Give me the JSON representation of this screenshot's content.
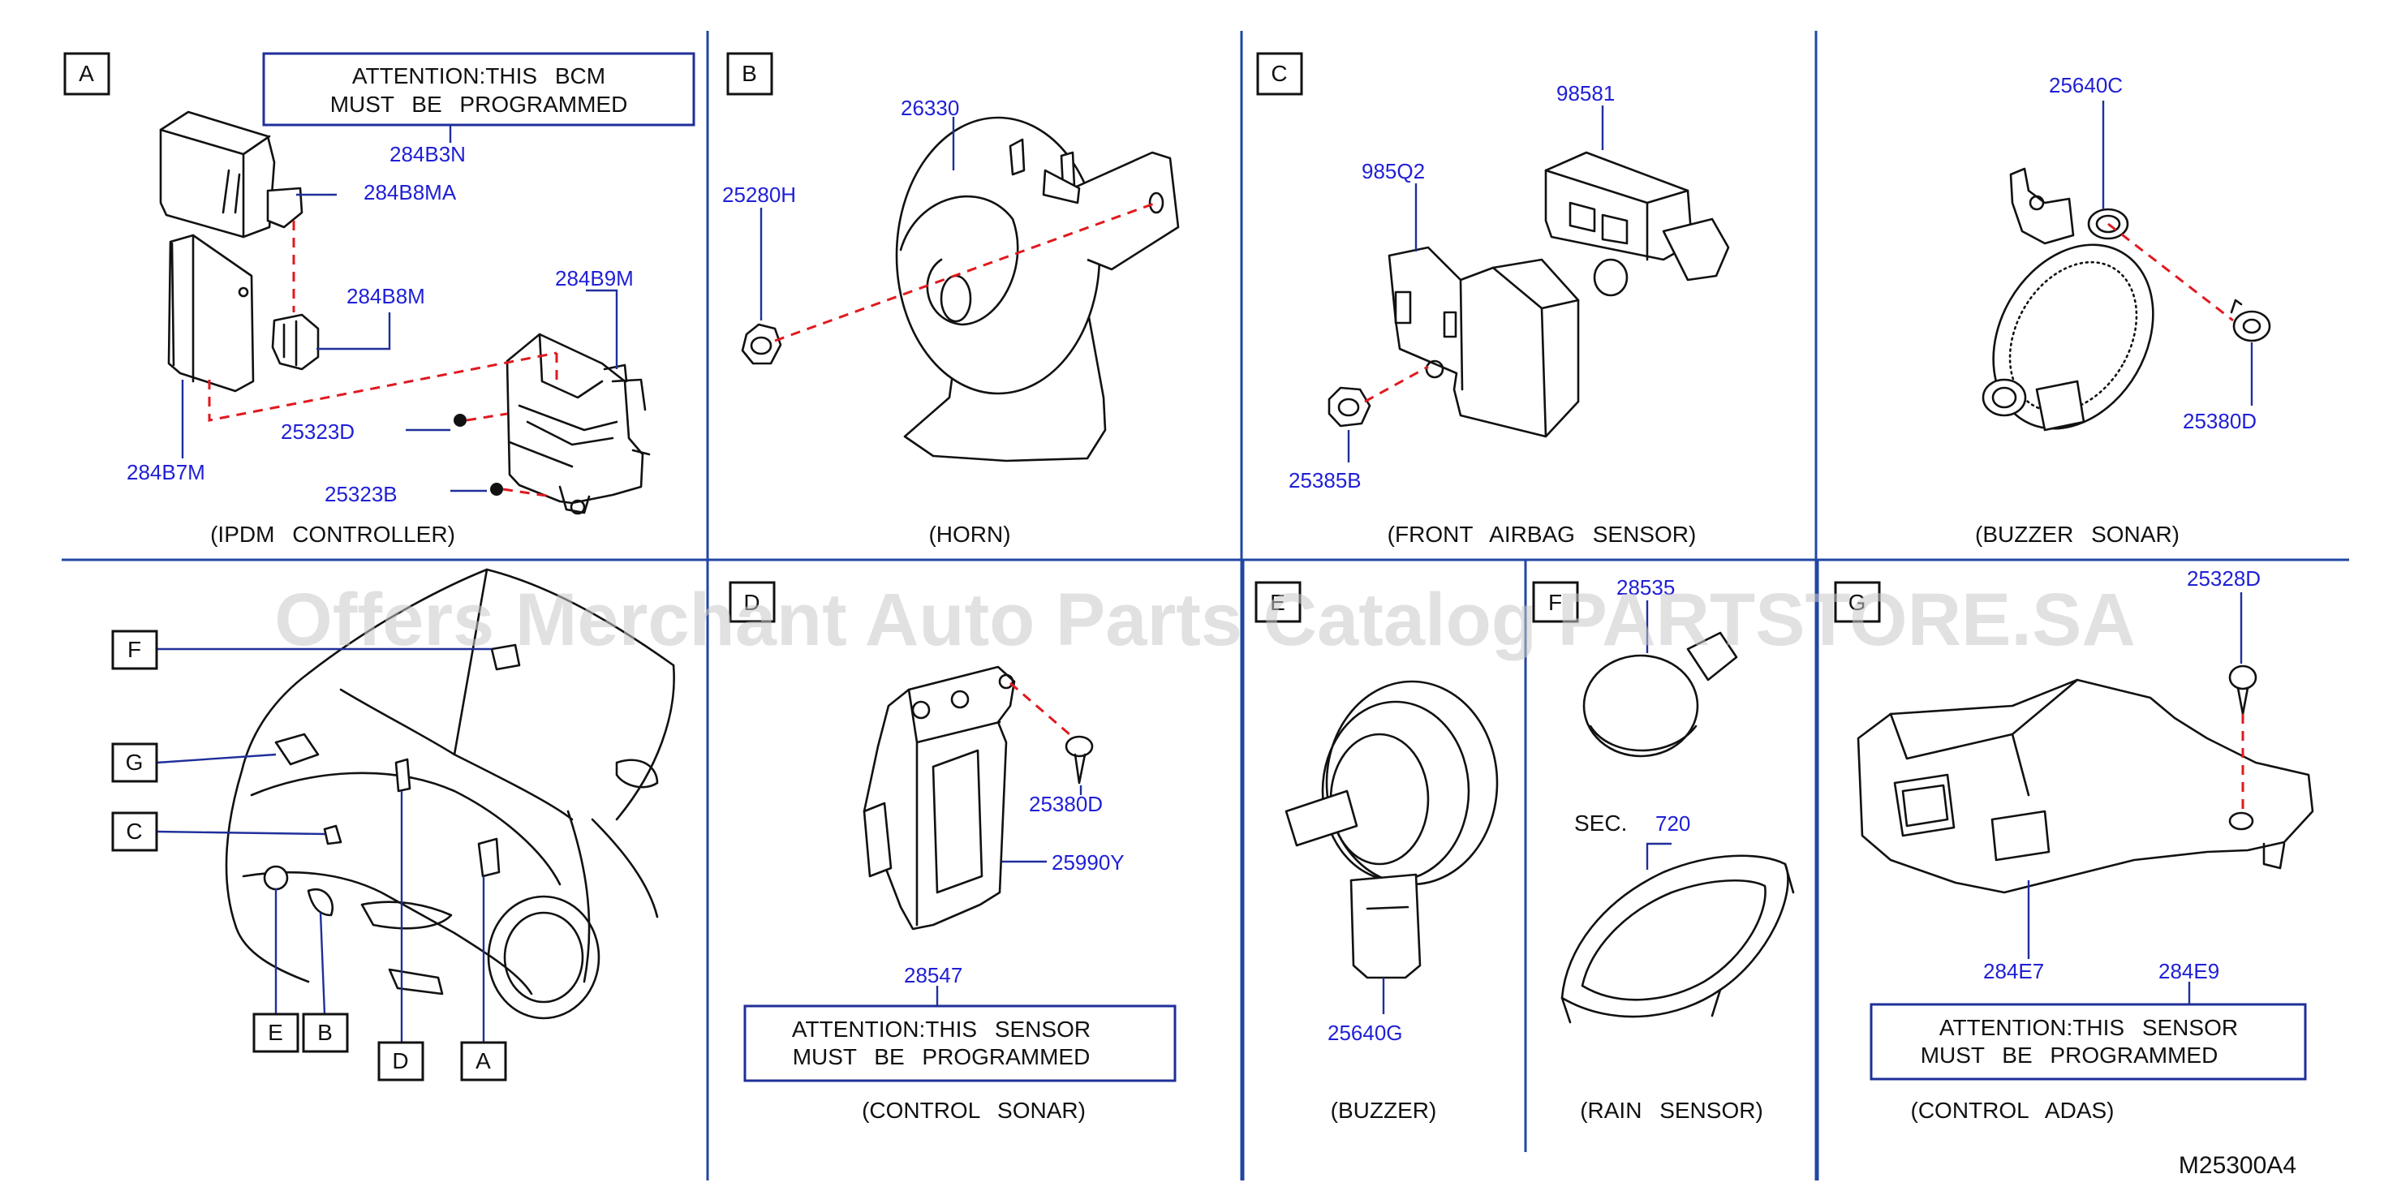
{
  "sections": {
    "A": {
      "letter": "A",
      "caption": "(IPDM   CONTROLLER)",
      "note_line1": "ATTENTION:THIS   BCM",
      "note_line2": "MUST   BE   PROGRAMMED",
      "parts": [
        "284B3N",
        "284B8MA",
        "284B8M",
        "284B9M",
        "284B7M",
        "25323D",
        "25323B"
      ]
    },
    "B": {
      "letter": "B",
      "caption": "(HORN)",
      "parts": [
        "26330",
        "25280H"
      ]
    },
    "C": {
      "letter": "C",
      "caption": "(FRONT   AIRBAG   SENSOR)",
      "parts": [
        "98581",
        "985Q2",
        "25385B"
      ]
    },
    "buzzer_sonar": {
      "caption": "(BUZZER   SONAR)",
      "parts": [
        "25640C",
        "25380D"
      ]
    },
    "D": {
      "letter": "D",
      "caption": "(CONTROL   SONAR)",
      "note_line1": "ATTENTION:THIS   SENSOR",
      "note_line2": "MUST   BE   PROGRAMMED",
      "parts": [
        "25380D",
        "25990Y",
        "28547"
      ]
    },
    "E": {
      "letter": "E",
      "caption": "(BUZZER)",
      "parts": [
        "25640G"
      ]
    },
    "F": {
      "letter": "F",
      "caption": "(RAIN   SENSOR)",
      "parts": [
        "28535"
      ],
      "sec_label": "SEC.",
      "sec_number": "720"
    },
    "G": {
      "letter": "G",
      "caption": "(CONTROL   ADAS)",
      "note_line1": "ATTENTION:THIS   SENSOR",
      "note_line2": "MUST   BE   PROGRAMMED",
      "parts": [
        "25328D",
        "284E7",
        "284E9"
      ]
    },
    "vehicle": {
      "callouts": [
        "F",
        "G",
        "C",
        "E",
        "B",
        "D",
        "A"
      ]
    }
  },
  "watermark": "Offers Merchant Auto Parts Catalog PARTSTORE.SA",
  "diagram_code": "M25300A4",
  "colors": {
    "part_number": "#1f1fd6",
    "divider": "#2147a3",
    "dashed_leader": "#e0191f",
    "watermark": "#c9c9c9"
  }
}
